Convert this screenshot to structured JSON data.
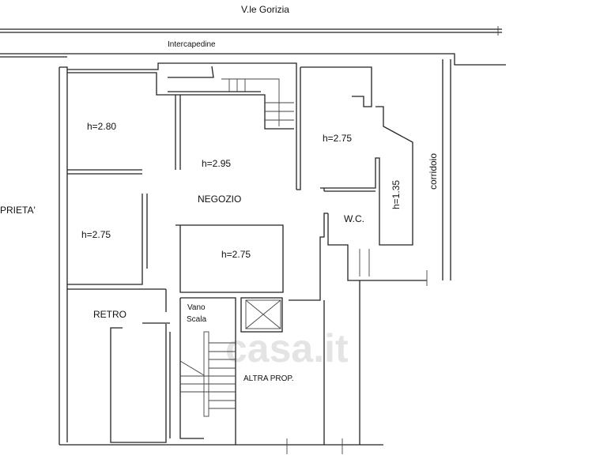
{
  "plan": {
    "street": "V.le Gorizia",
    "intercapedine": "Intercapedine",
    "left_property": "PRIETA'",
    "corridor": "corridoio",
    "rooms": {
      "room_top_left_height": "h=2.80",
      "shop_height": "h=2.95",
      "shop_name": "NEGOZIO",
      "room_top_right_height": "h=2.75",
      "closet_height": "h=1.35",
      "wc": "W.C.",
      "room_mid_left_height": "h=2.75",
      "room_center_height": "h=2.75",
      "back_room": "RETRO",
      "stair_line1": "Vano",
      "stair_line2": "Scala",
      "other_property": "ALTRA PROP."
    },
    "watermark": "casa.it"
  }
}
